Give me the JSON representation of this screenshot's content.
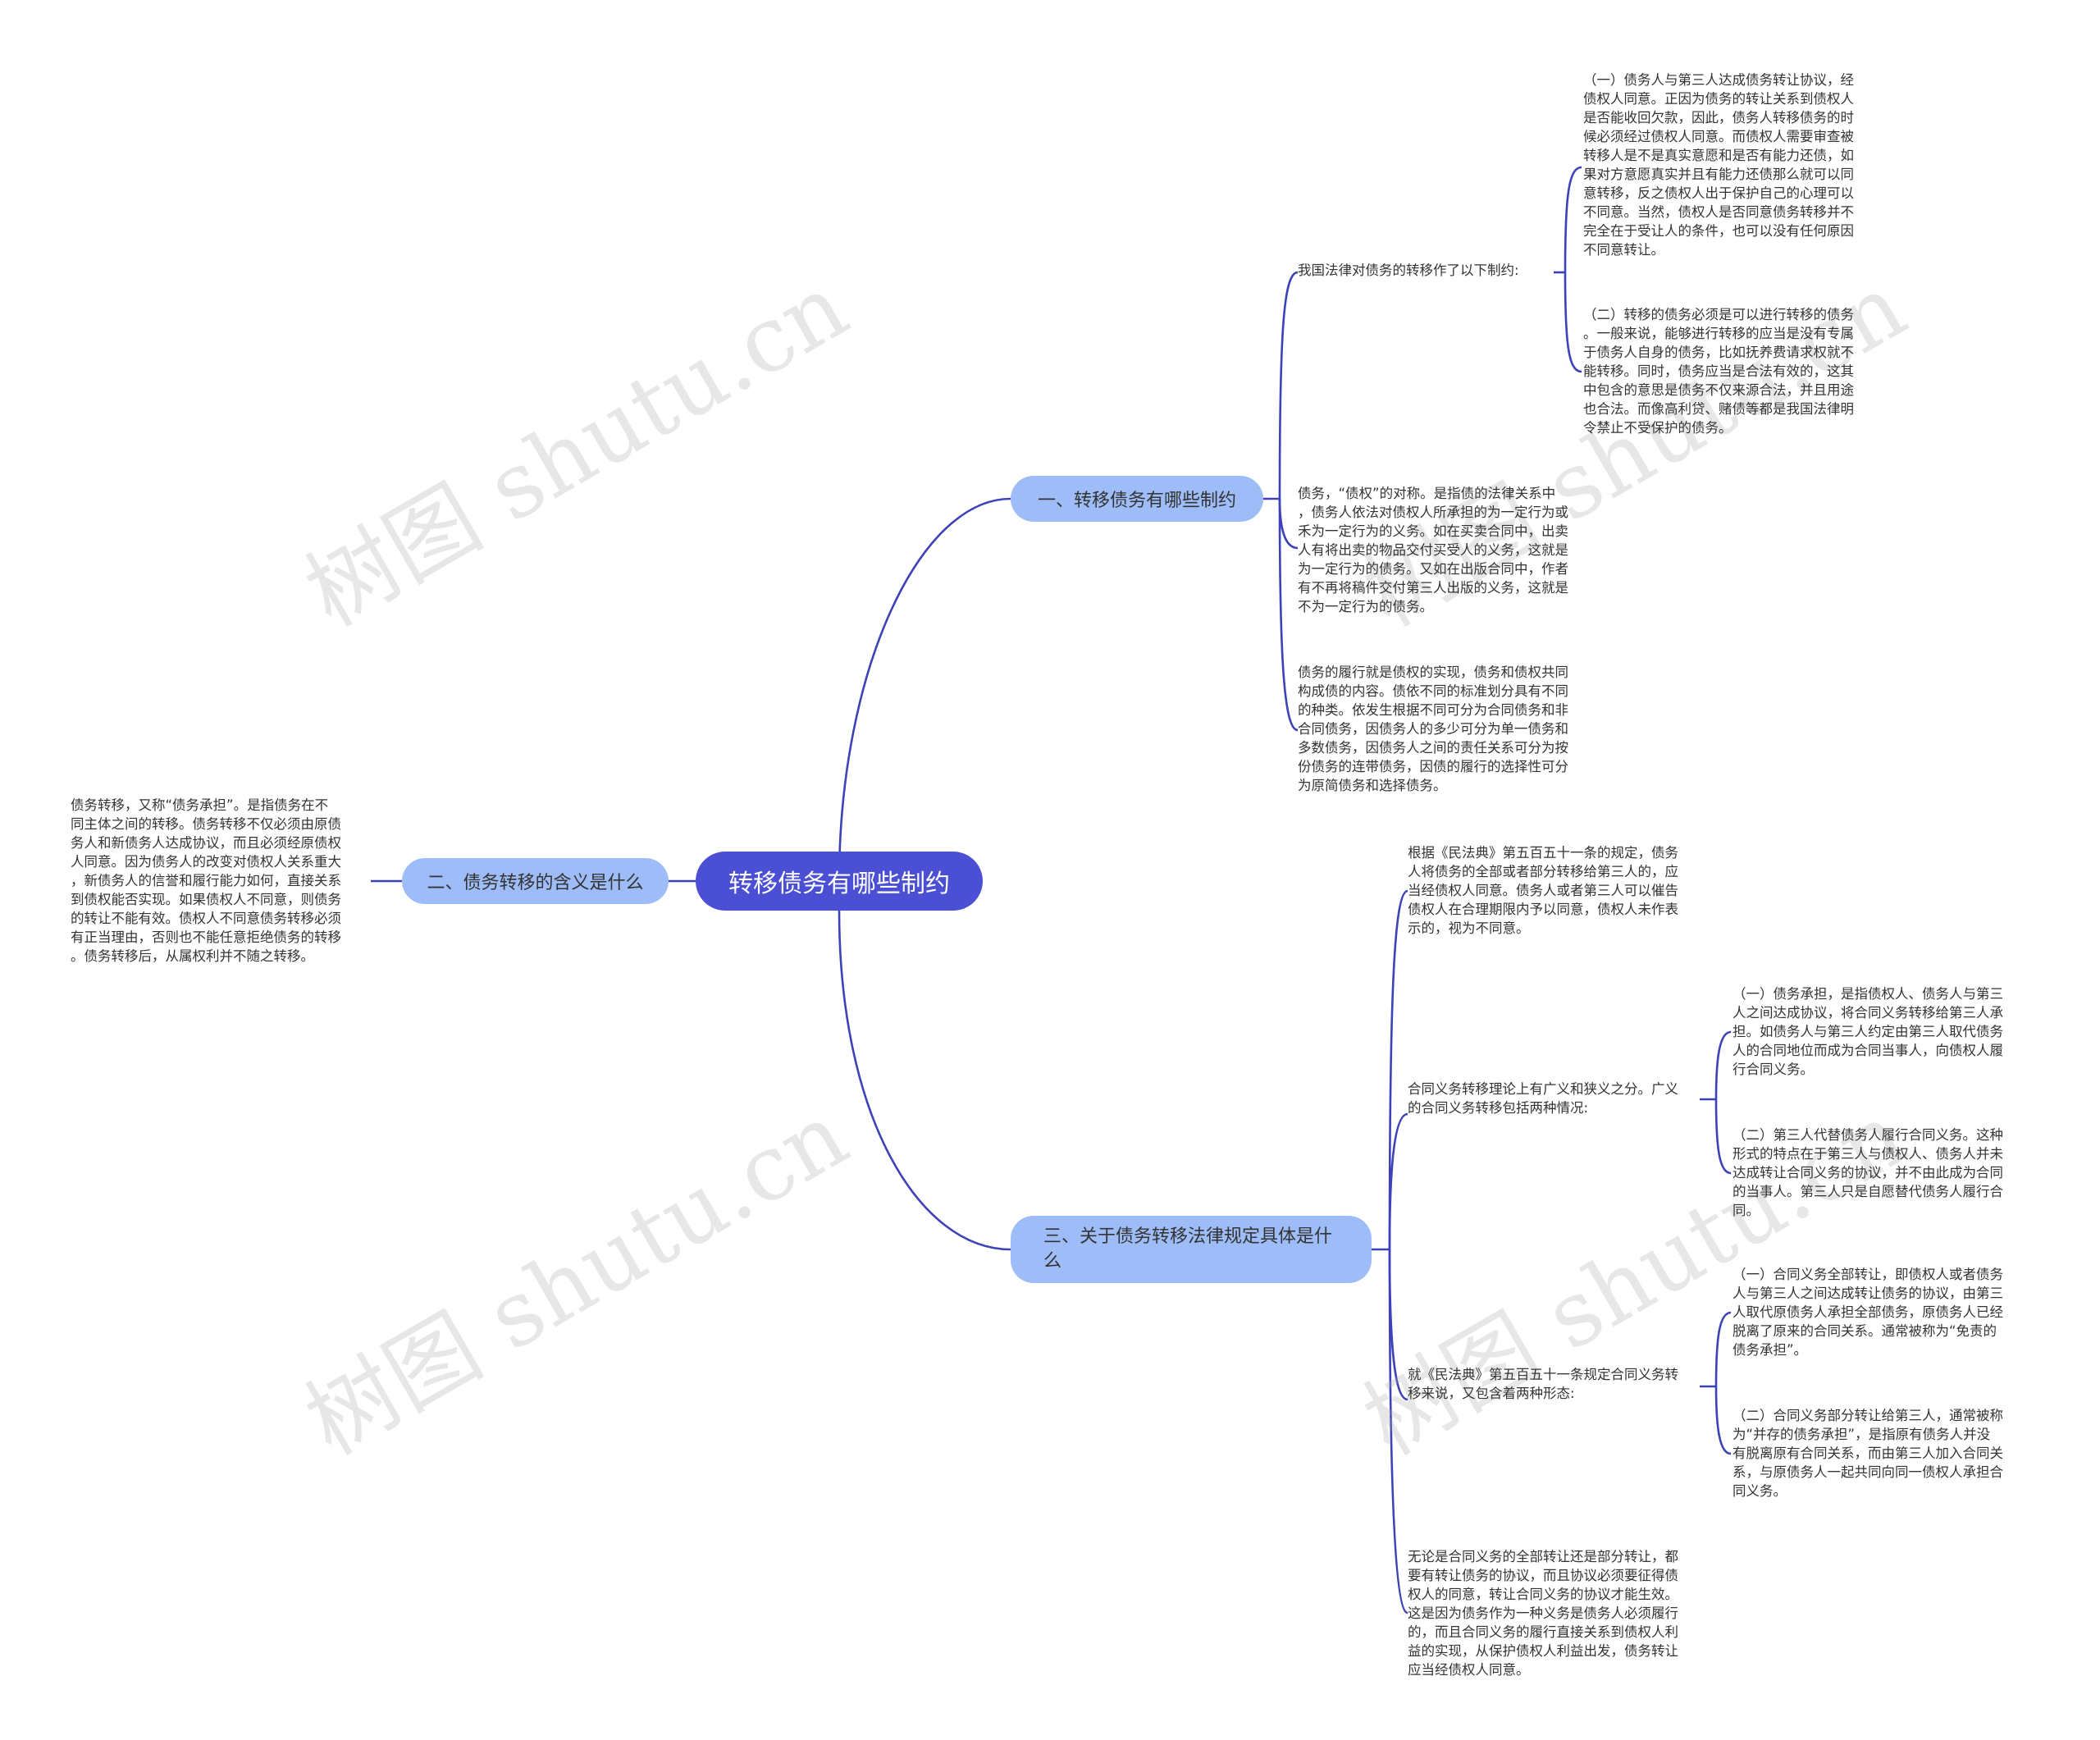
{
  "root": {
    "label": "转移债务有哪些制约"
  },
  "branches": {
    "b1": {
      "label": "一、转移债务有哪些制约"
    },
    "b2": {
      "label": "二、债务转移的含义是什么"
    },
    "b3": {
      "label": "三、关于债务转移法律规定具体是什么"
    }
  },
  "leaves": {
    "b1_intro": "我国法律对债务的转移作了以下制约:",
    "b1_intro_c1": "（一）债务人与第三人达成债务转让协议，经\n债权人同意。正因为债务的转让关系到债权人\n是否能收回欠款，因此，债务人转移债务的时\n候必须经过债权人同意。而债权人需要审查被\n转移人是不是真实意愿和是否有能力还债，如\n果对方意愿真实并且有能力还债那么就可以同\n意转移，反之债权人出于保护自己的心理可以\n不同意。当然，债权人是否同意债务转移并不\n完全在于受让人的条件，也可以没有任何原因\n不同意转让。",
    "b1_intro_c2": "（二）转移的债务必须是可以进行转移的债务\n。一般来说，能够进行转移的应当是没有专属\n于债务人自身的债务，比如抚养费请求权就不\n能转移。同时，债务应当是合法有效的，这其\n中包含的意思是债务不仅来源合法，并且用途\n也合法。而像高利贷、赌债等都是我国法律明\n令禁止不受保护的债务。",
    "b1_p2": "债务，“债权”的对称。是指债的法律关系中\n，债务人依法对债权人所承担的为一定行为或\n禾为一定行为的义务。如在买卖合同中，出卖\n人有将出卖的物品交付买受人的义务，这就是\n为一定行为的债务。又如在出版合同中，作者\n有不再将稿件交付第三人出版的义务，这就是\n不为一定行为的债务。",
    "b1_p3": "债务的履行就是债权的实现，债务和债权共同\n构成债的内容。债依不同的标准划分具有不同\n的种类。依发生根据不同可分为合同债务和非\n合同债务，因债务人的多少可分为单一债务和\n多数债务，因债务人之间的责任关系可分为按\n份债务的连带债务，因债的履行的选择性可分\n为原简债务和选择债务。",
    "b2_p1": "债务转移，又称“债务承担”。是指债务在不\n同主体之间的转移。债务转移不仅必须由原债\n务人和新债务人达成协议，而且必须经原债权\n人同意。因为债务人的改变对债权人关系重大\n，新债务人的信誉和履行能力如何，直接关系\n到债权能否实现。如果债权人不同意，则债务\n的转让不能有效。债权人不同意债务转移必须\n有正当理由，否则也不能任意拒绝债务的转移\n。债务转移后，从属权利并不随之转移。",
    "b3_p1": "根据《民法典》第五百五十一条的规定，债务\n人将债务的全部或者部分转移给第三人的，应\n当经债权人同意。债务人或者第三人可以催告\n债权人在合理期限内予以同意，债权人未作表\n示的，视为不同意。",
    "b3_p2": "合同义务转移理论上有广义和狭义之分。广义\n的合同义务转移包括两种情况:",
    "b3_p2_c1": "（一）债务承担，是指债权人、债务人与第三\n人之间达成协议，将合同义务转移给第三人承\n担。如债务人与第三人约定由第三人取代债务\n人的合同地位而成为合同当事人，向债权人履\n行合同义务。",
    "b3_p2_c2": "（二）第三人代替债务人履行合同义务。这种\n形式的特点在于第三人与债权人、债务人并未\n达成转让合同义务的协议，并不由此成为合同\n的当事人。第三人只是自愿替代债务人履行合\n同。",
    "b3_p3": "就《民法典》第五百五十一条规定合同义务转\n移来说，又包含着两种形态:",
    "b3_p3_c1": "（一）合同义务全部转让，即债权人或者债务\n人与第三人之间达成转让债务的协议，由第三\n人取代原债务人承担全部债务，原债务人已经\n脱离了原来的合同关系。通常被称为“免责的\n债务承担”。",
    "b3_p3_c2": "（二）合同义务部分转让给第三人，通常被称\n为“并存的债务承担”，是指原有债务人并没\n有脱离原有合同关系，而由第三人加入合同关\n系，与原债务人一起共同向同一债权人承担合\n同义务。",
    "b3_p4": "无论是合同义务的全部转让还是部分转让，都\n要有转让债务的协议，而且协议必须要征得债\n权人的同意，转让合同义务的协议才能生效。\n这是因为债务作为一种义务是债务人必须履行\n的，而且合同义务的履行直接关系到债权人利\n益的实现，从保护债权人利益出发，债务转让\n应当经债权人同意。"
  },
  "watermark": {
    "text": "树图 shutu.cn"
  },
  "colors": {
    "root": "#4a4fd3",
    "branch": "#9ebcf7",
    "line": "#3d42b8",
    "text": "#333333"
  }
}
